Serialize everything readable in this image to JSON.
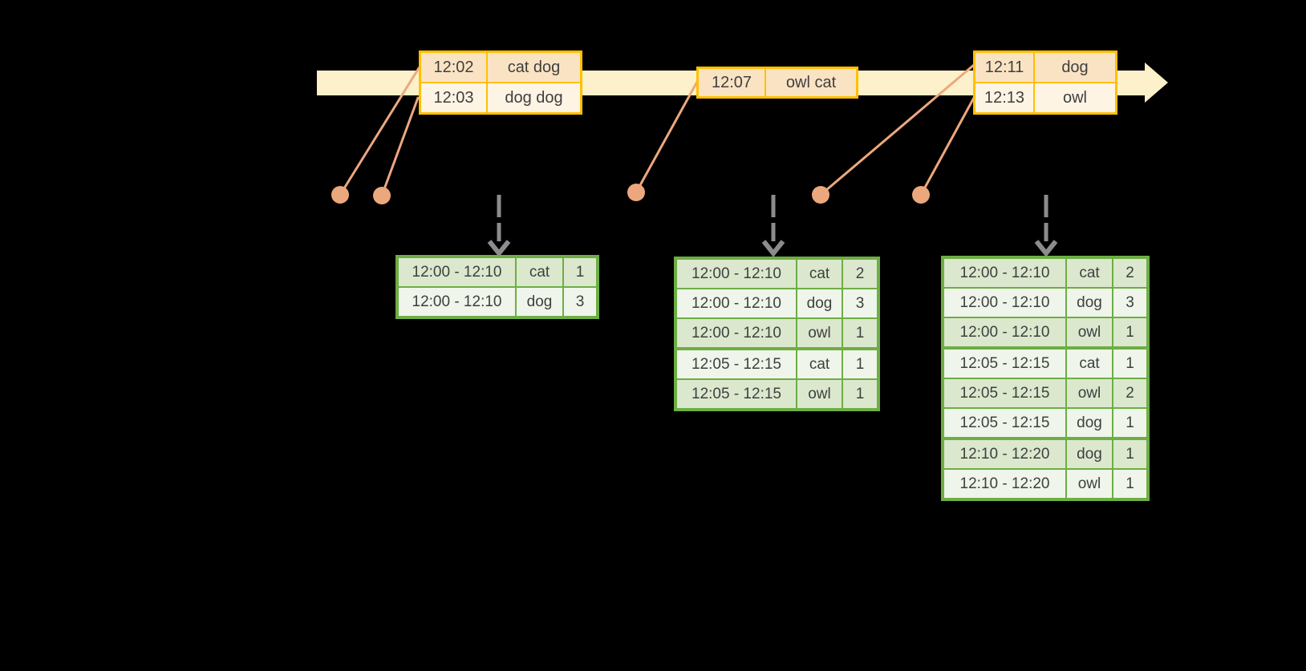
{
  "colors": {
    "background": "#000000",
    "timeline-fill": "#FCF1CB",
    "event-border": "#FFC000",
    "event-row-dark": "#FAE3C3",
    "event-row-light": "#FDF4E4",
    "connector": "#ECA87D",
    "table-border": "#6DAE45",
    "cell-dark": "#DBE8CE",
    "cell-light": "#EFF5EA",
    "cell-text": "#3F3F3F",
    "arrow-gray": "#8C8C8C"
  },
  "event_boxes": [
    {
      "rows": [
        {
          "time": "12:02",
          "words": "cat dog"
        },
        {
          "time": "12:03",
          "words": "dog dog"
        }
      ]
    },
    {
      "rows": [
        {
          "time": "12:07",
          "words": "owl cat"
        }
      ]
    },
    {
      "rows": [
        {
          "time": "12:11",
          "words": "dog"
        },
        {
          "time": "12:13",
          "words": "owl"
        }
      ]
    }
  ],
  "result_tables": [
    {
      "groups": [
        {
          "rows": [
            {
              "window": "12:00 - 12:10",
              "word": "cat",
              "count": "1"
            },
            {
              "window": "12:00 - 12:10",
              "word": "dog",
              "count": "3"
            }
          ]
        }
      ]
    },
    {
      "groups": [
        {
          "rows": [
            {
              "window": "12:00 - 12:10",
              "word": "cat",
              "count": "2"
            },
            {
              "window": "12:00 - 12:10",
              "word": "dog",
              "count": "3"
            },
            {
              "window": "12:00 - 12:10",
              "word": "owl",
              "count": "1"
            }
          ]
        },
        {
          "rows": [
            {
              "window": "12:05 - 12:15",
              "word": "cat",
              "count": "1"
            },
            {
              "window": "12:05 - 12:15",
              "word": "owl",
              "count": "1"
            }
          ]
        }
      ]
    },
    {
      "groups": [
        {
          "rows": [
            {
              "window": "12:00 - 12:10",
              "word": "cat",
              "count": "2"
            },
            {
              "window": "12:00 - 12:10",
              "word": "dog",
              "count": "3"
            },
            {
              "window": "12:00 - 12:10",
              "word": "owl",
              "count": "1"
            }
          ]
        },
        {
          "rows": [
            {
              "window": "12:05 - 12:15",
              "word": "cat",
              "count": "1"
            },
            {
              "window": "12:05 - 12:15",
              "word": "owl",
              "count": "2"
            },
            {
              "window": "12:05 - 12:15",
              "word": "dog",
              "count": "1"
            }
          ]
        },
        {
          "rows": [
            {
              "window": "12:10 - 12:20",
              "word": "dog",
              "count": "1"
            },
            {
              "window": "12:10 - 12:20",
              "word": "owl",
              "count": "1"
            }
          ]
        }
      ]
    }
  ]
}
